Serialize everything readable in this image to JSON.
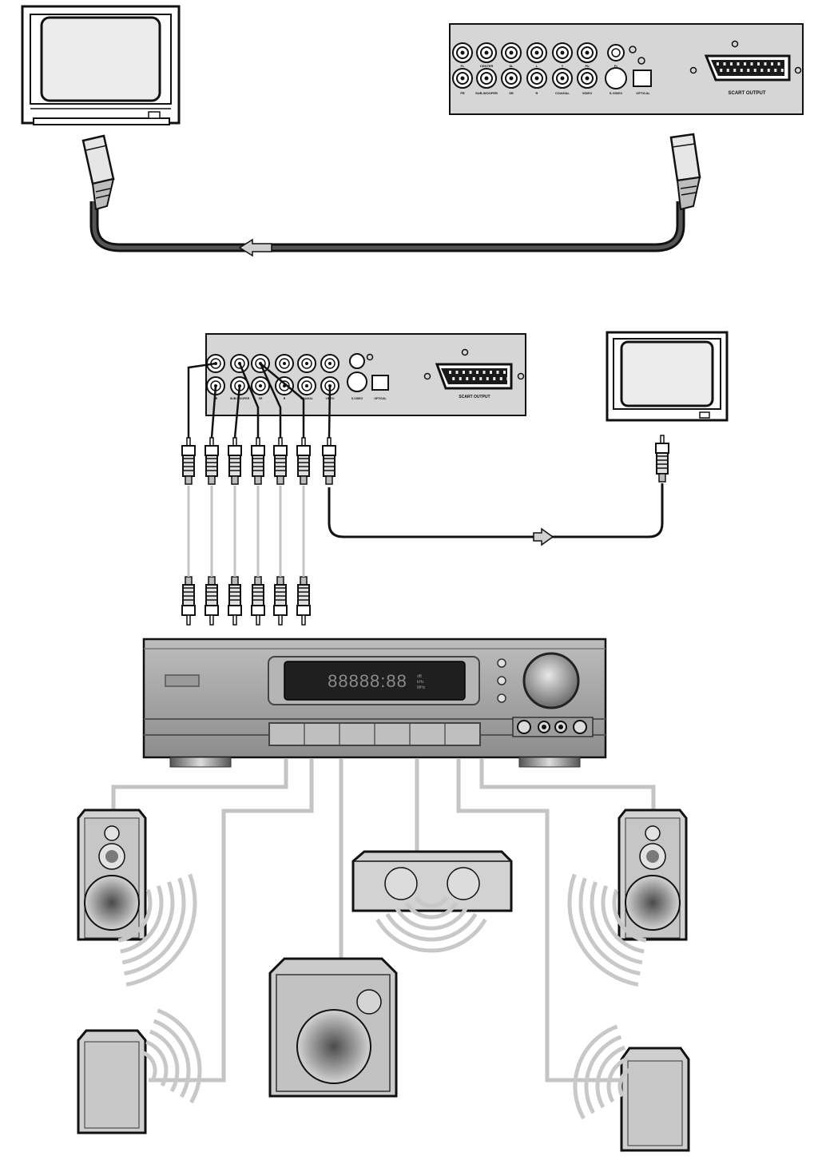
{
  "dvd_top": {
    "jack_labels_top": [
      "FL",
      "CENTER",
      "SL",
      "L",
      "Y",
      "Pb",
      "Pr"
    ],
    "jack_labels_bottom": [
      "FR",
      "SUB-WOOFER",
      "SR",
      "R",
      "COAXIAL",
      "VIDEO",
      "S-VIDEO",
      "OPTICAL"
    ],
    "scart_label": "SCART OUTPUT"
  },
  "dvd_bottom": {
    "scart_label": "SCART OUTPUT",
    "labels_bottom": [
      "FR",
      "SUB-WOOFER",
      "SR",
      "R",
      "COAXIAL",
      "VIDEO",
      "S-VIDEO",
      "OPTICAL"
    ]
  },
  "receiver": {
    "display_digits": "88888:88",
    "display_units": [
      "dB",
      "kHz",
      "MHz"
    ]
  },
  "colors": {
    "ink": "#111111",
    "panel": "#d6d6d6",
    "cable_grey": "#c4c4c4",
    "screen": "#ececec",
    "receiver_body": "#a9a9a9"
  }
}
